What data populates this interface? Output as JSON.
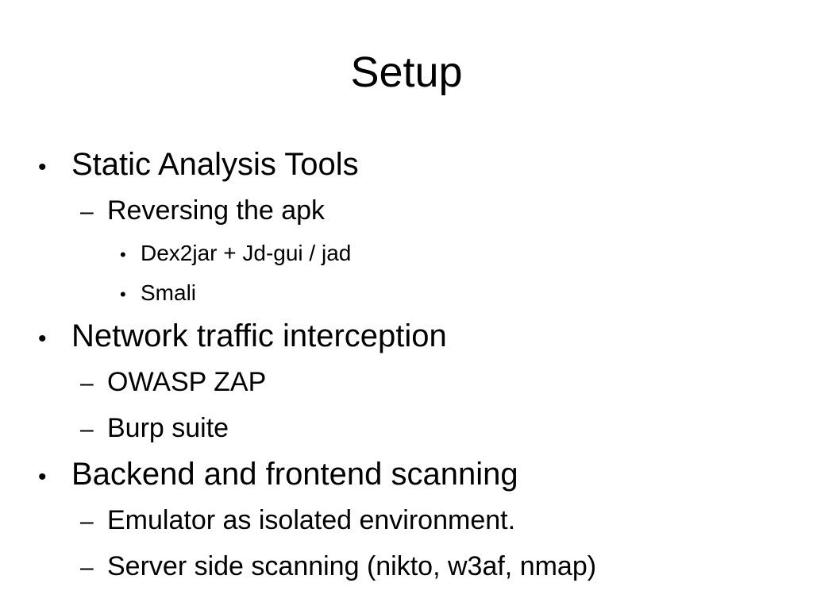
{
  "slide": {
    "title": "Setup",
    "background_color": "#ffffff",
    "text_color": "#000000",
    "bullet_glyph_level1": "•",
    "bullet_glyph_level2": "–",
    "bullet_glyph_level3": "•",
    "items": [
      {
        "level": 1,
        "marker": "•",
        "text": "Static Analysis Tools"
      },
      {
        "level": 2,
        "marker": "–",
        "text": "Reversing the apk"
      },
      {
        "level": 3,
        "marker": "•",
        "text": "Dex2jar + Jd-gui / jad"
      },
      {
        "level": 3,
        "marker": "•",
        "text": "Smali"
      },
      {
        "level": 1,
        "marker": "•",
        "text": "Network traffic interception"
      },
      {
        "level": 2,
        "marker": "–",
        "text": "OWASP ZAP"
      },
      {
        "level": 2,
        "marker": "–",
        "text": "Burp suite"
      },
      {
        "level": 1,
        "marker": "•",
        "text": "Backend and frontend scanning"
      },
      {
        "level": 2,
        "marker": "–",
        "text": "Emulator as isolated environment."
      },
      {
        "level": 2,
        "marker": "–",
        "text": "Server side scanning (nikto, w3af, nmap)"
      }
    ]
  }
}
